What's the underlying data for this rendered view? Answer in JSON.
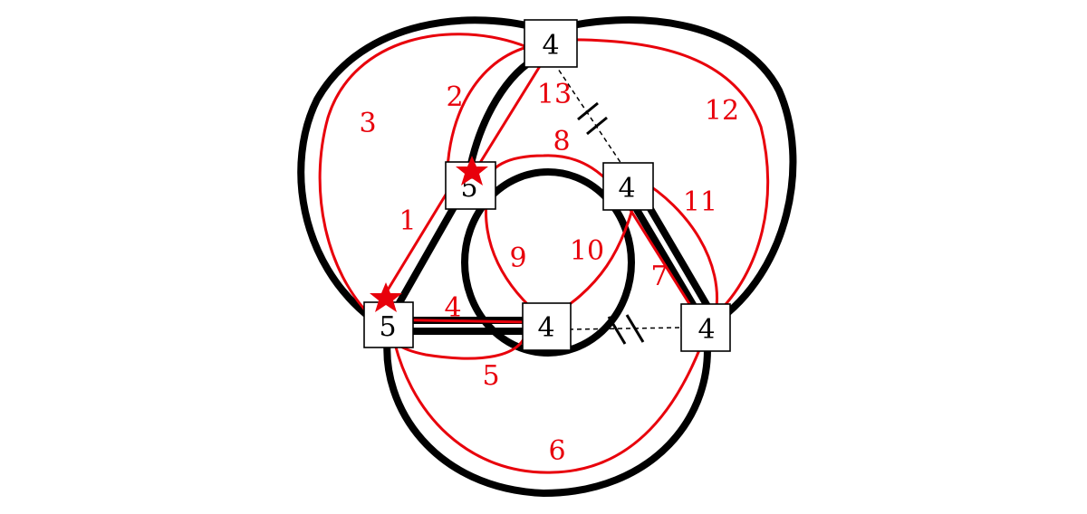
{
  "colors": {
    "route": "#e8000b",
    "edges": "#000000"
  },
  "nodes": [
    {
      "id": "top",
      "label": "4"
    },
    {
      "id": "upper-left",
      "label": "5"
    },
    {
      "id": "upper-right",
      "label": "4"
    },
    {
      "id": "lower-left",
      "label": "5"
    },
    {
      "id": "lower-middle",
      "label": "4"
    },
    {
      "id": "lower-right",
      "label": "4"
    }
  ],
  "dashed_edges": [
    {
      "from": "top",
      "to": "upper-right",
      "marker": "//"
    },
    {
      "from": "lower-middle",
      "to": "lower-right",
      "marker": "//"
    }
  ],
  "route_labels": [
    "1",
    "2",
    "3",
    "4",
    "5",
    "6",
    "7",
    "8",
    "9",
    "10",
    "11",
    "12",
    "13"
  ],
  "start_markers": [
    {
      "shape": "star",
      "at": "upper-left"
    },
    {
      "shape": "star",
      "at": "lower-left"
    }
  ]
}
